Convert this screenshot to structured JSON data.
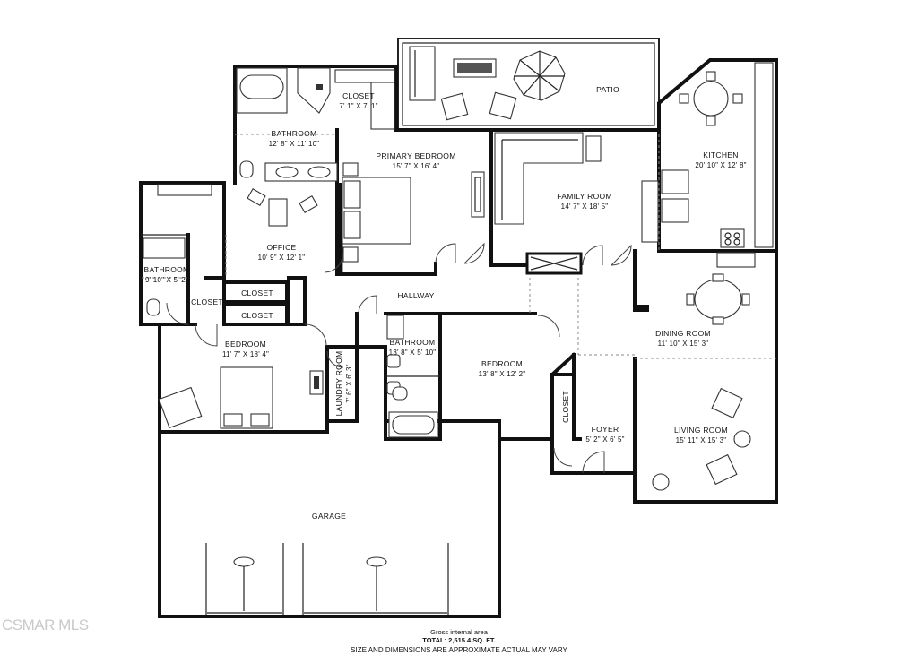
{
  "rooms": {
    "patio": {
      "name": "PATIO"
    },
    "closet_primary": {
      "name": "CLOSET",
      "dims": "7' 1\" X 7' 1\""
    },
    "bathroom_primary": {
      "name": "BATHROOM",
      "dims": "12' 8\" X 11' 10\""
    },
    "primary_bedroom": {
      "name": "PRIMARY BEDROOM",
      "dims": "15' 7\" X 16' 4\""
    },
    "family_room": {
      "name": "FAMILY ROOM",
      "dims": "14' 7\" X 18' 5\""
    },
    "kitchen": {
      "name": "KITCHEN",
      "dims": "20' 10\" X 12' 8\""
    },
    "office": {
      "name": "OFFICE",
      "dims": "10' 9\" X 12' 1\""
    },
    "bathroom_west": {
      "name": "BATHROOM",
      "dims": "9' 10\" X 5' 2\""
    },
    "closet_a": {
      "name": "CLOSET"
    },
    "closet_b": {
      "name": "CLOSET"
    },
    "closet_c": {
      "name": "CLOSET"
    },
    "hallway": {
      "name": "HALLWAY"
    },
    "bedroom_west": {
      "name": "BEDROOM",
      "dims": "11' 7\" X 18' 4\""
    },
    "laundry": {
      "name": "LAUNDRY ROOM",
      "dims": "7' 6\" X 6' 3\""
    },
    "bathroom_hall": {
      "name": "BATHROOM",
      "dims": "13' 8\" X 5' 10\""
    },
    "bedroom_center": {
      "name": "BEDROOM",
      "dims": "13' 8\" X 12' 2\""
    },
    "dining_room": {
      "name": "DINING ROOM",
      "dims": "11' 10\" X 15' 3\""
    },
    "closet_foyer": {
      "name": "CLOSET"
    },
    "foyer": {
      "name": "FOYER",
      "dims": "5' 2\" X 6' 5\""
    },
    "living_room": {
      "name": "LIVING ROOM",
      "dims": "15' 11\" X 15' 3\""
    },
    "garage": {
      "name": "GARAGE"
    }
  },
  "footer": {
    "line1": "Gross internal area",
    "line2": "TOTAL: 2,515.4 SQ. FT.",
    "line3": "SIZE AND DIMENSIONS ARE APPROXIMATE ACTUAL MAY VARY"
  },
  "watermark": "CSMAR MLS"
}
